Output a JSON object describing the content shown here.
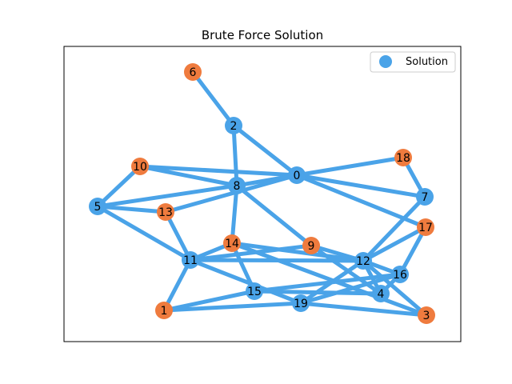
{
  "title": "Brute Force Solution",
  "legend": {
    "label": "Solution",
    "marker_color": "#4aa3e8"
  },
  "colors": {
    "edge": "#4aa3e8",
    "node_solution": "#4aa3e8",
    "node_other": "#ef7b3e",
    "label": "#000000",
    "frame": "#000000"
  },
  "graph": {
    "nodes": [
      {
        "id": "0",
        "group": "solution"
      },
      {
        "id": "1",
        "group": "other"
      },
      {
        "id": "2",
        "group": "solution"
      },
      {
        "id": "3",
        "group": "other"
      },
      {
        "id": "4",
        "group": "solution"
      },
      {
        "id": "5",
        "group": "solution"
      },
      {
        "id": "6",
        "group": "other"
      },
      {
        "id": "7",
        "group": "solution"
      },
      {
        "id": "8",
        "group": "solution"
      },
      {
        "id": "9",
        "group": "other"
      },
      {
        "id": "10",
        "group": "other"
      },
      {
        "id": "11",
        "group": "solution"
      },
      {
        "id": "12",
        "group": "solution"
      },
      {
        "id": "13",
        "group": "other"
      },
      {
        "id": "14",
        "group": "other"
      },
      {
        "id": "15",
        "group": "solution"
      },
      {
        "id": "16",
        "group": "solution"
      },
      {
        "id": "17",
        "group": "other"
      },
      {
        "id": "18",
        "group": "other"
      },
      {
        "id": "19",
        "group": "solution"
      }
    ],
    "edges": [
      [
        "6",
        "2"
      ],
      [
        "2",
        "0"
      ],
      [
        "2",
        "8"
      ],
      [
        "10",
        "8"
      ],
      [
        "10",
        "0"
      ],
      [
        "10",
        "5"
      ],
      [
        "5",
        "8"
      ],
      [
        "5",
        "13"
      ],
      [
        "5",
        "11"
      ],
      [
        "13",
        "0"
      ],
      [
        "13",
        "11"
      ],
      [
        "8",
        "0"
      ],
      [
        "8",
        "14"
      ],
      [
        "8",
        "9"
      ],
      [
        "0",
        "18"
      ],
      [
        "0",
        "7"
      ],
      [
        "0",
        "17"
      ],
      [
        "18",
        "7"
      ],
      [
        "7",
        "12"
      ],
      [
        "17",
        "12"
      ],
      [
        "17",
        "16"
      ],
      [
        "14",
        "11"
      ],
      [
        "14",
        "15"
      ],
      [
        "14",
        "12"
      ],
      [
        "14",
        "3"
      ],
      [
        "11",
        "9"
      ],
      [
        "11",
        "12"
      ],
      [
        "11",
        "1"
      ],
      [
        "11",
        "19"
      ],
      [
        "9",
        "12"
      ],
      [
        "9",
        "4"
      ],
      [
        "12",
        "4"
      ],
      [
        "12",
        "16"
      ],
      [
        "12",
        "3"
      ],
      [
        "12",
        "19"
      ],
      [
        "16",
        "4"
      ],
      [
        "16",
        "15"
      ],
      [
        "16",
        "19"
      ],
      [
        "15",
        "4"
      ],
      [
        "15",
        "1"
      ],
      [
        "1",
        "19"
      ],
      [
        "19",
        "3"
      ]
    ]
  }
}
